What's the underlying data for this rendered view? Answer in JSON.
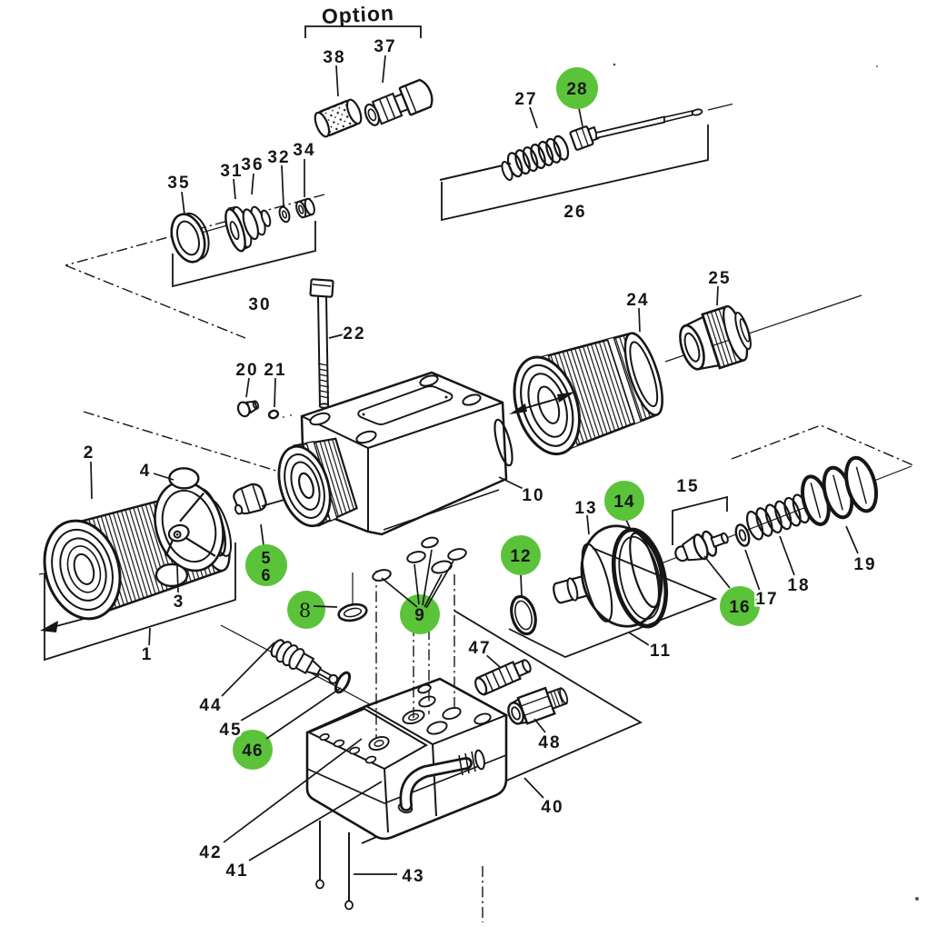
{
  "diagram": {
    "type": "exploded-parts-diagram",
    "option_group_label": "Option",
    "highlight_color": "#5bc33a",
    "line_color": "#161616",
    "background_color": "#ffffff",
    "part_numbers": [
      "1",
      "2",
      "3",
      "4",
      "5",
      "6",
      "8",
      "9",
      "10",
      "11",
      "12",
      "13",
      "14",
      "15",
      "16",
      "17",
      "18",
      "19",
      "20",
      "21",
      "22",
      "24",
      "25",
      "26",
      "27",
      "28",
      "30",
      "31",
      "32",
      "34",
      "35",
      "36",
      "37",
      "38",
      "40",
      "41",
      "42",
      "43",
      "44",
      "45",
      "46",
      "47",
      "48"
    ],
    "highlighted_part_numbers": [
      "5",
      "6",
      "8",
      "9",
      "12",
      "14",
      "16",
      "28",
      "46"
    ]
  },
  "labels": {
    "option": "Option",
    "n1": "1",
    "n2": "2",
    "n3": "3",
    "n4": "4",
    "n5": "5",
    "n6": "6",
    "n8": "8",
    "n9": "9",
    "n10": "10",
    "n11": "11",
    "n12": "12",
    "n13": "13",
    "n14": "14",
    "n15": "15",
    "n16": "16",
    "n17": "17",
    "n18": "18",
    "n19": "19",
    "n20": "20",
    "n21": "21",
    "n22": "22",
    "n24": "24",
    "n25": "25",
    "n26": "26",
    "n27": "27",
    "n28": "28",
    "n30": "30",
    "n31": "31",
    "n32": "32",
    "n34": "34",
    "n35": "35",
    "n36": "36",
    "n37": "37",
    "n38": "38",
    "n40": "40",
    "n41": "41",
    "n42": "42",
    "n43": "43",
    "n44": "44",
    "n45": "45",
    "n46": "46",
    "n47": "47",
    "n48": "48"
  }
}
